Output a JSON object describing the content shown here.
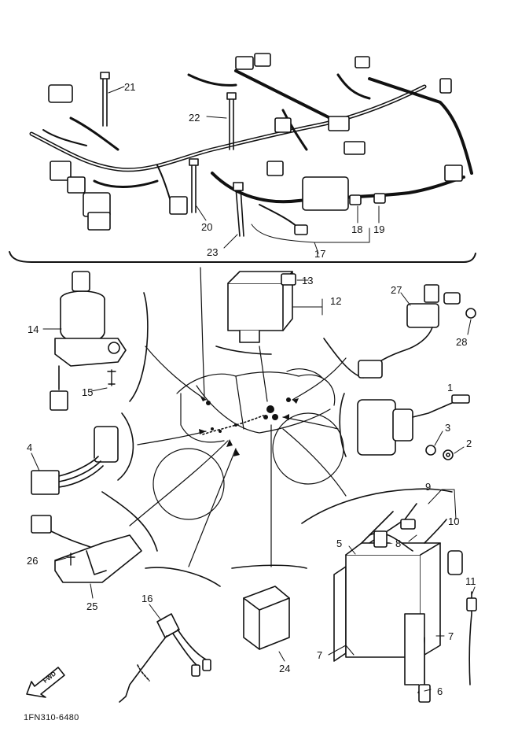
{
  "diagram": {
    "part_code": "1FN310-6480",
    "direction_label": "FWD",
    "callouts": [
      "21",
      "22",
      "20",
      "23",
      "18",
      "19",
      "17",
      "13",
      "12",
      "27",
      "28",
      "14",
      "15",
      "4",
      "3",
      "2",
      "9",
      "10",
      "26",
      "25",
      "5",
      "8",
      "11",
      "16",
      "24",
      "7",
      "7",
      "6",
      "1"
    ]
  }
}
